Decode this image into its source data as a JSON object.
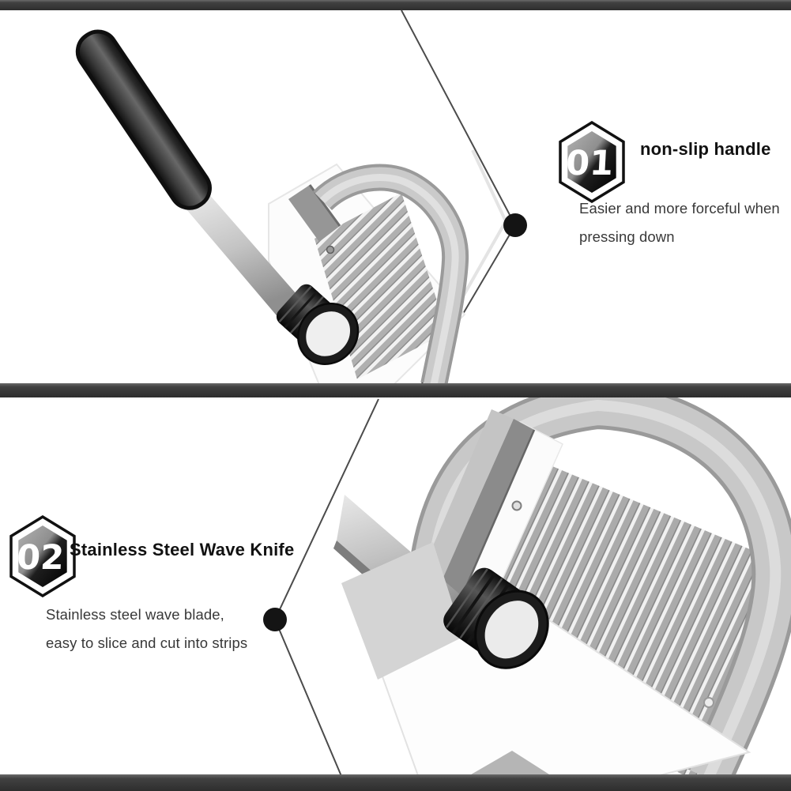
{
  "page": {
    "background": "#ffffff",
    "kind": "product-feature-infographic"
  },
  "dividers": {
    "color": "#3a3a3a",
    "top_bar_height": 13,
    "middle_bar_height": 18,
    "bottom_bar_height": 21
  },
  "callouts": [
    {
      "badge": "01",
      "title": "non-slip handle",
      "description_lines": [
        "Easier and more forceful when",
        "pressing down"
      ]
    },
    {
      "badge": "02",
      "title": "Stainless Steel Wave Knife",
      "description_lines": [
        "Stainless steel wave blade,",
        "easy to slice and cut into strips"
      ]
    }
  ],
  "illustrations": [
    {
      "name": "slicer-with-handle-photo",
      "section": 1
    },
    {
      "name": "wave-blade-closeup-photo",
      "section": 2
    }
  ],
  "icons": {
    "badge_shape": "hexagon-badge",
    "marker": "callout-dot"
  },
  "colors": {
    "divider": "#3a3a3a",
    "badge_gradient_light": "#a8a8a8",
    "badge_gradient_dark": "#000000",
    "badge_number": "#ffffff",
    "title_text": "#111111",
    "description_text": "#383838",
    "callout_dot": "#141414",
    "board_edge_line": "#4b4b4b",
    "metal_light": "#d9d9d9",
    "metal_frame": "#c8c8c8",
    "handle_black": "#1a1a1a"
  }
}
